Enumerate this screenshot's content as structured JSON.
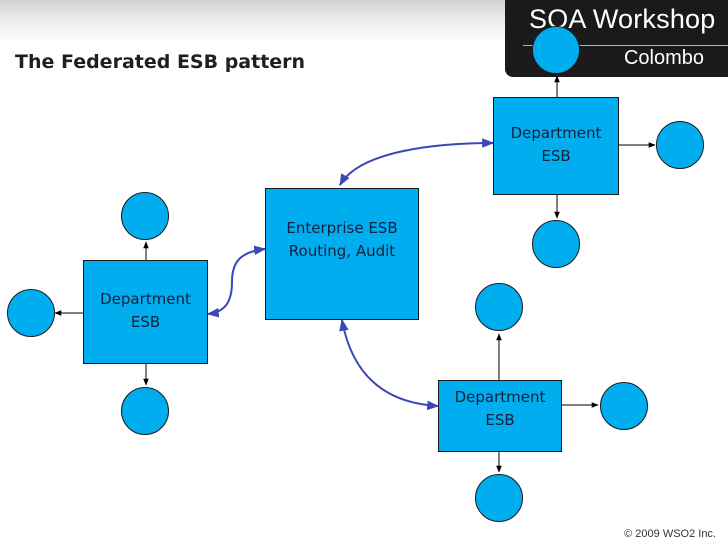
{
  "slide": {
    "title": "The Federated ESB pattern",
    "copyright": "© 2009 WSO2 Inc."
  },
  "logo": {
    "main": "SOA Workshop",
    "sub": "Colombo"
  },
  "boxes": {
    "enterprise": {
      "line1": "Enterprise ESB",
      "line2": "Routing, Audit"
    },
    "dept_left": {
      "line1": "Department",
      "line2": "ESB"
    },
    "dept_top": {
      "line1": "Department",
      "line2": "ESB"
    },
    "dept_bottom": {
      "line1": "Department",
      "line2": "ESB"
    }
  },
  "colors": {
    "box_fill": "#00adef",
    "bus_link": "#3b46b8",
    "service_link": "#000000",
    "title_text": "#1f1f1f"
  }
}
